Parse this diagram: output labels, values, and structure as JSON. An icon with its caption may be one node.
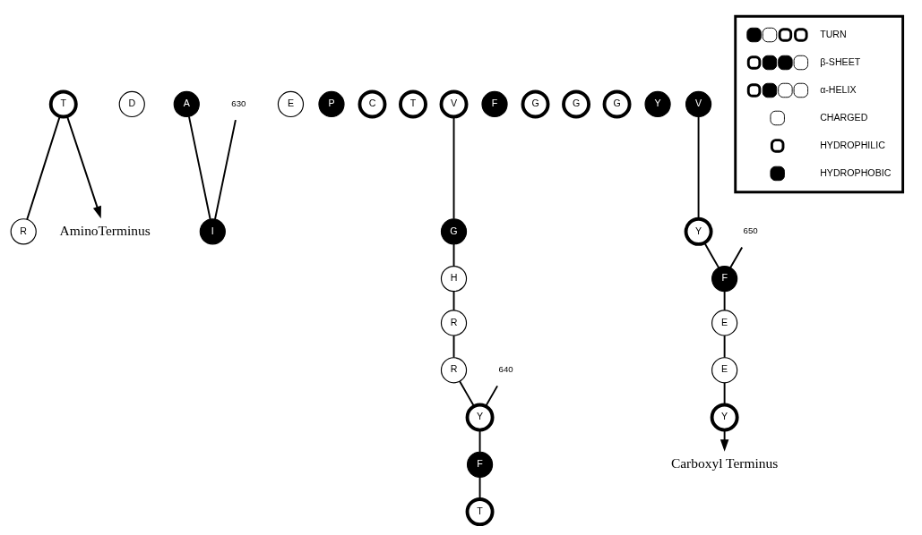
{
  "diagram": {
    "nodes": [
      {
        "text": [
          "T"
        ]
      },
      {
        "text": [
          "R"
        ]
      },
      {
        "text": [
          "D"
        ]
      },
      {
        "text": [
          "A"
        ]
      },
      {
        "text": [
          "I"
        ]
      },
      {
        "text": [
          "E"
        ]
      },
      {
        "text": [
          "P"
        ]
      },
      {
        "text": [
          "C"
        ]
      },
      {
        "text": [
          "T"
        ]
      },
      {
        "text": [
          "V"
        ]
      },
      {
        "text": [
          "G"
        ]
      },
      {
        "text": [
          "H"
        ]
      },
      {
        "text": [
          "R"
        ]
      },
      {
        "text": [
          "R"
        ]
      },
      {
        "text": [
          "Y"
        ]
      },
      {
        "text": [
          "F"
        ]
      },
      {
        "text": [
          "T"
        ]
      },
      {
        "text": [
          "F"
        ]
      },
      {
        "text": [
          "G"
        ]
      },
      {
        "text": [
          "G"
        ]
      },
      {
        "text": [
          "G"
        ]
      },
      {
        "text": [
          "Y"
        ]
      },
      {
        "text": [
          "V"
        ]
      },
      {
        "text": [
          "Y"
        ]
      },
      {
        "text": [
          "F"
        ]
      },
      {
        "text": [
          "E"
        ]
      },
      {
        "text": [
          "E"
        ]
      },
      {
        "text": [
          "Y"
        ]
      },
      {
        "text": [
          "AminoTerminus"
        ]
      },
      {
        "text": [
          "Carboxyl Terminus"
        ]
      },
      {
        "text": [
          "630"
        ]
      },
      {
        "text": [
          "640"
        ]
      },
      {
        "text": [
          "650"
        ]
      }
    ],
    "edges": [
      {
        "from": 0,
        "to": 1,
        "arrow": "none"
      },
      {
        "from": 3,
        "to": 4,
        "arrow": "none"
      },
      {
        "from": 9,
        "to": 10,
        "arrow": "none"
      },
      {
        "from": 10,
        "to": 11,
        "arrow": "none"
      },
      {
        "from": 11,
        "to": 12,
        "arrow": "none"
      },
      {
        "from": 12,
        "to": 13,
        "arrow": "none"
      },
      {
        "from": 13,
        "to": 14,
        "arrow": "none"
      },
      {
        "from": 14,
        "to": 15,
        "arrow": "none"
      },
      {
        "from": 15,
        "to": 16,
        "arrow": "none"
      },
      {
        "from": 22,
        "to": 23,
        "arrow": "none"
      },
      {
        "from": 23,
        "to": 24,
        "arrow": "none"
      },
      {
        "from": 24,
        "to": 25,
        "arrow": "none"
      },
      {
        "from": 25,
        "to": 26,
        "arrow": "none"
      },
      {
        "from": 26,
        "to": 27,
        "arrow": "none"
      },
      {
        "from": 0,
        "to": 28,
        "arrow": "to"
      },
      {
        "from": 27,
        "to": 29,
        "arrow": "to"
      },
      {
        "from": 30,
        "to": 4,
        "arrow": "none"
      },
      {
        "from": 31,
        "to": 14,
        "arrow": "none"
      },
      {
        "from": 32,
        "to": 24,
        "arrow": "none"
      }
    ],
    "legend": [
      {
        "text": "TURN"
      },
      {
        "text": "β-SHEET"
      },
      {
        "text": "α-HELIX"
      },
      {
        "text": "CHARGED"
      },
      {
        "text": "HYDROPHILIC"
      },
      {
        "text": "HYDROPHOBIC"
      }
    ]
  }
}
